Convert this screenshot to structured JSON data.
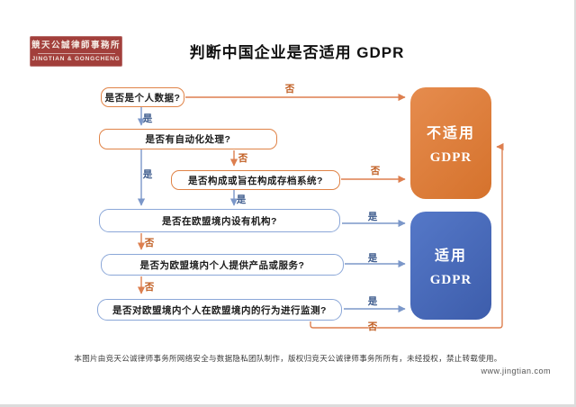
{
  "logo": {
    "name_cn": "競天公誠律師事務所",
    "name_en": "JINGTIAN & GONGCHENG"
  },
  "title": "判断中国企业是否适用 GDPR",
  "flowchart": {
    "questions": [
      {
        "id": "q1",
        "label": "是否是个人数据?"
      },
      {
        "id": "q2",
        "label": "是否有自动化处理?"
      },
      {
        "id": "q3",
        "label": "是否构成或旨在构成存档系统?"
      },
      {
        "id": "q4",
        "label": "是否在欧盟境内设有机构?"
      },
      {
        "id": "q5",
        "label": "是否为欧盟境内个人提供产品或服务?"
      },
      {
        "id": "q6",
        "label": "是否对欧盟境内个人在欧盟境内的行为进行监测?"
      }
    ],
    "outcomes": [
      {
        "id": "not-applicable",
        "line1": "不适用",
        "line2": "GDPR",
        "color": "#d5722c"
      },
      {
        "id": "applicable",
        "line1": "适用",
        "line2": "GDPR",
        "color": "#3d5dab"
      }
    ],
    "edges": [
      {
        "from": "q1",
        "to": "q2",
        "label": "是"
      },
      {
        "from": "q1",
        "to": "not-applicable",
        "label": "否"
      },
      {
        "from": "q2",
        "to": "q4",
        "label": "是"
      },
      {
        "from": "q2",
        "to": "q3",
        "label": "否"
      },
      {
        "from": "q3",
        "to": "q4",
        "label": "是"
      },
      {
        "from": "q3",
        "to": "not-applicable",
        "label": "否"
      },
      {
        "from": "q4",
        "to": "applicable",
        "label": "是"
      },
      {
        "from": "q4",
        "to": "q5",
        "label": "否"
      },
      {
        "from": "q5",
        "to": "applicable",
        "label": "是"
      },
      {
        "from": "q5",
        "to": "q6",
        "label": "否"
      },
      {
        "from": "q6",
        "to": "applicable",
        "label": "是"
      },
      {
        "from": "q6",
        "to": "not-applicable",
        "label": "否"
      }
    ]
  },
  "colors": {
    "orange_line": "#dd7f4f",
    "blue_line": "#7b97c9",
    "yes_label": "#3c5a8c",
    "no_label": "#c05d21",
    "logo_bg": "#a23f3b"
  },
  "footer": {
    "caption": "本图片由竞天公诚律师事务所网络安全与数据隐私团队制作，版权归竞天公诚律师事务所所有，未经授权，禁止转载使用。",
    "website": "www.jingtian.com"
  }
}
